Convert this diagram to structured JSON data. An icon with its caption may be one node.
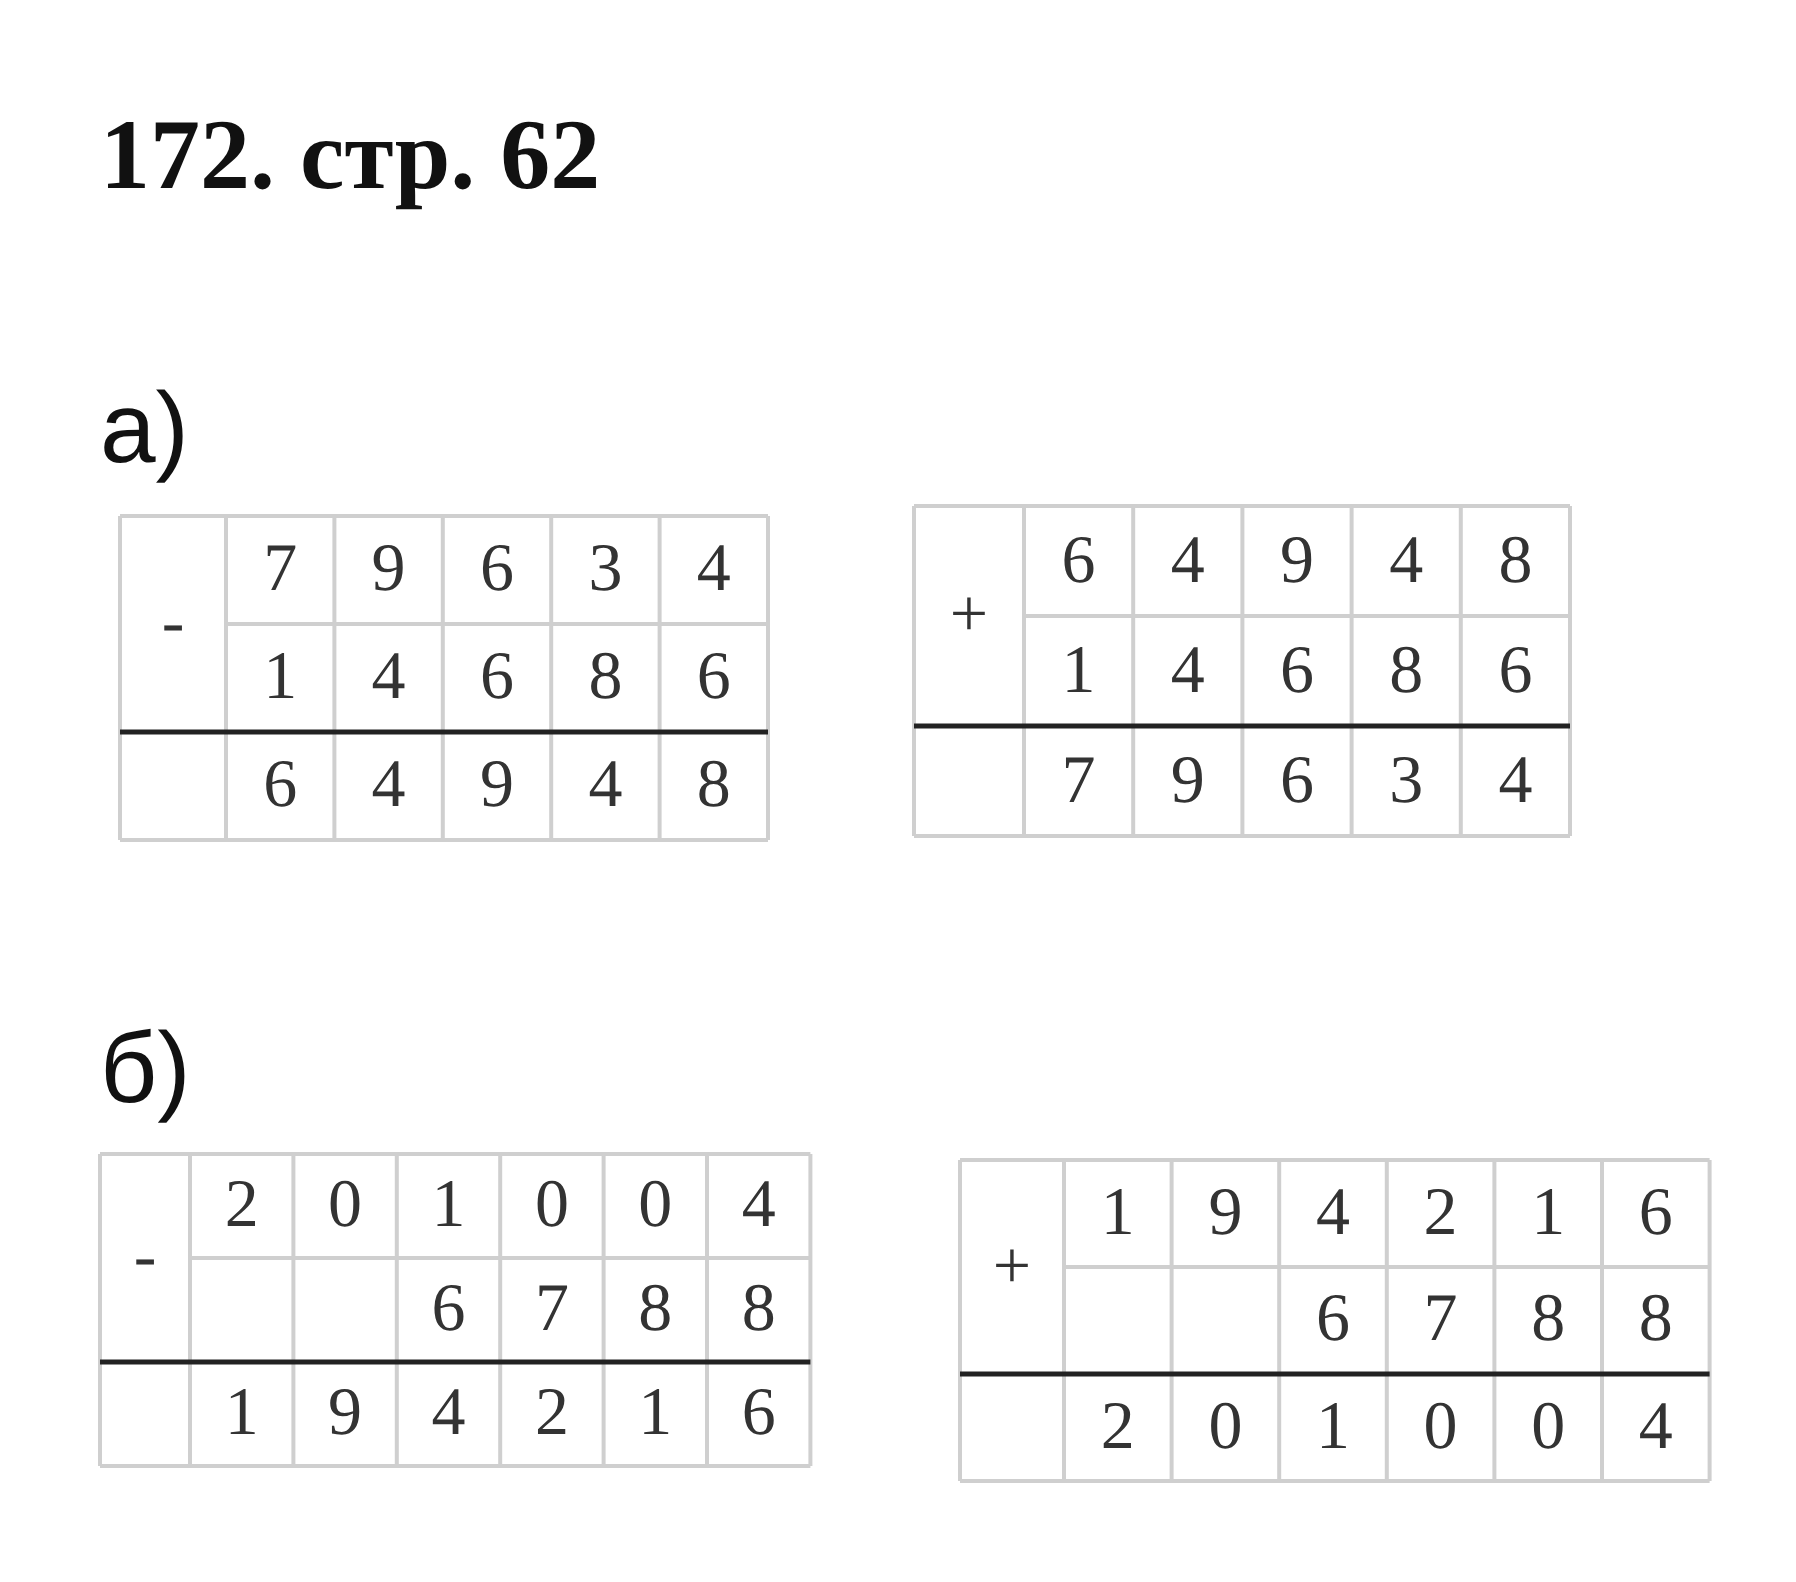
{
  "diagram": {
    "title": "172. стр. 62",
    "labels": [
      "а)",
      "-",
      "7",
      "9",
      "6",
      "3",
      "4",
      "1",
      "4",
      "6",
      "8",
      "6",
      "6",
      "4",
      "9",
      "4",
      "8",
      "+",
      "6",
      "4",
      "9",
      "4",
      "8",
      "1",
      "4",
      "6",
      "8",
      "6",
      "7",
      "9",
      "6",
      "3",
      "4",
      "б)",
      "-",
      "2",
      "0",
      "1",
      "0",
      "0",
      "4",
      "6",
      "7",
      "8",
      "8",
      "1",
      "9",
      "4",
      "2",
      "1",
      "6",
      "+",
      "1",
      "9",
      "4",
      "2",
      "1",
      "6",
      "6",
      "7",
      "8",
      "8",
      "2",
      "0",
      "1",
      "0",
      "0",
      "4"
    ]
  }
}
